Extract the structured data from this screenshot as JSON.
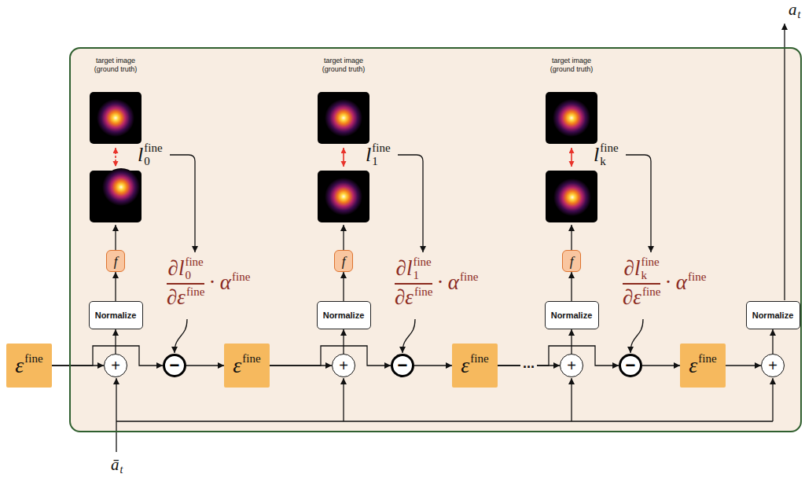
{
  "diagram": {
    "nodes": [
      {
        "text": [
          "ε",
          "fine"
        ]
      },
      {
        "text": []
      },
      {
        "text": [
          "Normalize"
        ],
        "in": 1
      },
      {
        "text": [
          "f"
        ],
        "in": 1
      },
      {
        "text": [
          "+"
        ],
        "in": 1
      },
      {
        "text": [
          "−"
        ],
        "in": 1
      },
      {
        "text": [
          "ε",
          "fine"
        ],
        "in": 1
      },
      {
        "text": [
          "Normalize"
        ],
        "in": 1
      },
      {
        "text": [
          "f"
        ],
        "in": 1
      },
      {
        "text": [
          "+"
        ],
        "in": 1
      },
      {
        "text": [
          "−"
        ],
        "in": 1
      },
      {
        "text": [
          "ε",
          "fine"
        ],
        "in": 1
      },
      {
        "text": [
          "Normalize"
        ],
        "in": 1
      },
      {
        "text": [
          "f"
        ],
        "in": 1
      },
      {
        "text": [
          "+"
        ],
        "in": 1
      },
      {
        "text": [
          "−"
        ],
        "in": 1
      },
      {
        "text": [
          "ε",
          "fine"
        ],
        "in": 1
      },
      {
        "text": [
          "+"
        ],
        "in": 1
      },
      {
        "text": [
          "Normalize"
        ],
        "in": 1
      }
    ],
    "edges": [
      {
        "from": 0,
        "to": 4,
        "arrow": "to"
      },
      {
        "from": 0,
        "to": 5,
        "arrow": "to"
      },
      {
        "from": 4,
        "to": 2,
        "arrow": "to"
      },
      {
        "from": 2,
        "to": 3,
        "arrow": "to"
      },
      {
        "from": 5,
        "to": 6,
        "arrow": "to"
      },
      {
        "from": 6,
        "to": 9,
        "arrow": "to"
      },
      {
        "from": 6,
        "to": 10,
        "arrow": "to"
      },
      {
        "from": 9,
        "to": 7,
        "arrow": "to"
      },
      {
        "from": 7,
        "to": 8,
        "arrow": "to"
      },
      {
        "from": 10,
        "to": 11,
        "arrow": "to"
      },
      {
        "from": 11,
        "to": 14,
        "label": "...",
        "arrow": "to"
      },
      {
        "from": 11,
        "to": 15,
        "arrow": "to"
      },
      {
        "from": 14,
        "to": 12,
        "arrow": "to"
      },
      {
        "from": 12,
        "to": 13,
        "arrow": "to"
      },
      {
        "from": 15,
        "to": 16,
        "arrow": "to"
      },
      {
        "from": 16,
        "to": 17,
        "arrow": "to"
      },
      {
        "from": 17,
        "to": 18,
        "arrow": "to"
      }
    ],
    "labels": [
      "target image (ground truth)",
      "l",
      "0",
      "fine",
      "∂l",
      "0",
      "fine",
      "∂ε",
      "fine",
      "· α",
      "fine",
      "target image (ground truth)",
      "l",
      "1",
      "fine",
      "∂l",
      "1",
      "fine",
      "∂ε",
      "fine",
      "· α",
      "fine",
      "target image (ground truth)",
      "l",
      "k",
      "fine",
      "∂l",
      "k",
      "fine",
      "∂ε",
      "fine",
      "· α",
      "fine",
      "ā",
      "t",
      "a",
      "t"
    ]
  }
}
